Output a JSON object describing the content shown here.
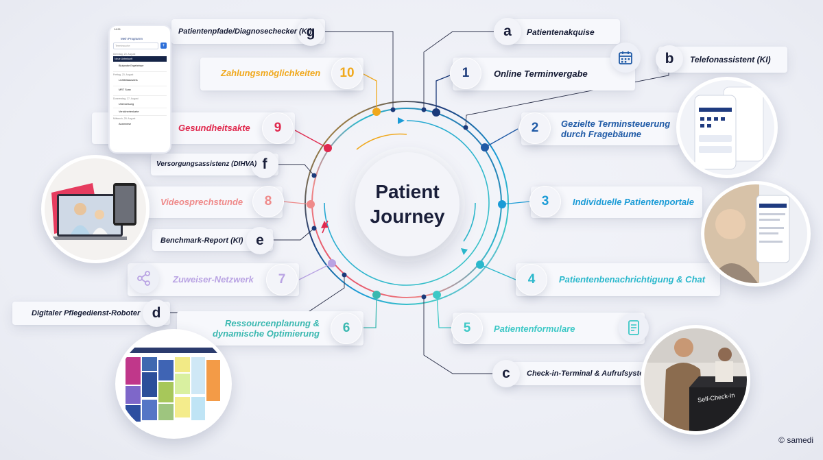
{
  "center": {
    "line1": "Patient",
    "line2": "Journey"
  },
  "steps": [
    {
      "n": "1",
      "label": "Online Terminvergabe",
      "color": "#1b3a7a"
    },
    {
      "n": "2",
      "label": "Gezielte Terminsteuerung durch Fragebäume",
      "color": "#1f5aa6"
    },
    {
      "n": "3",
      "label": "Individuelle Patientenportale",
      "color": "#1a9bd6"
    },
    {
      "n": "4",
      "label": "Patientenbenachrichtigung & Chat",
      "color": "#2bb8cc"
    },
    {
      "n": "5",
      "label": "Patientenformulare",
      "color": "#3dc8c6"
    },
    {
      "n": "6",
      "label": "Ressourcenplanung & dynamische Optimierung",
      "color": "#3ab8b0"
    },
    {
      "n": "7",
      "label": "Zuweiser-Netzwerk",
      "color": "#b9a3e3"
    },
    {
      "n": "8",
      "label": "Videosprechstunde",
      "color": "#ef8a8a"
    },
    {
      "n": "9",
      "label": "Gesundheitsakte",
      "color": "#e0294e"
    },
    {
      "n": "10",
      "label": "Zahlungsmöglichkeiten",
      "color": "#f0a81c"
    }
  ],
  "extras": [
    {
      "l": "a",
      "label": "Patientenakquise"
    },
    {
      "l": "b",
      "label": "Telefonassistent (KI)"
    },
    {
      "l": "c",
      "label": "Check-in-Terminal & Aufrufsystem"
    },
    {
      "l": "d",
      "label": "Digitaler Pflegedienst-Roboter"
    },
    {
      "l": "e",
      "label": "Benchmark-Report (KI)"
    },
    {
      "l": "f",
      "label": "Versorgungsassistenz (DIHVA)"
    },
    {
      "l": "g",
      "label": "Patientenpfade/Diagnosechecker (KI)"
    }
  ],
  "phone_screen": {
    "header": "Mein Programm",
    "search_placeholder": "Terminsuche",
    "sections": [
      {
        "date": "Dienstag, 20. August",
        "items": [
          "Neue Unterkunft",
          "Blutprobe Ergebnisse"
        ]
      },
      {
        "date": "Freitag, 23. August",
        "items": [
          "Lichtbildausweis",
          "MRT Scan"
        ]
      },
      {
        "date": "Donnerstag, 27. August",
        "items": [
          "Überweisung",
          "Versichertenkarte"
        ]
      },
      {
        "date": "Mittwoch, 28. August",
        "items": [
          "Anamnese"
        ]
      }
    ]
  },
  "kiosk_text": "Self-Check-In",
  "copyright": "© samedi"
}
